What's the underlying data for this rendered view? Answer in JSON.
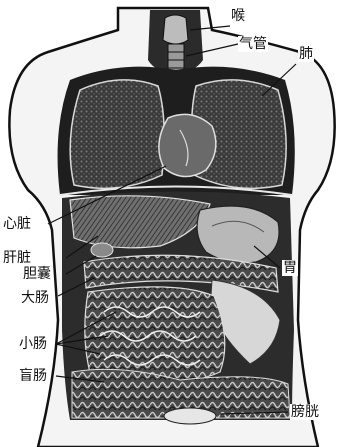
{
  "labels": {
    "larynx": "喉",
    "trachea": "气管",
    "lung": "肺",
    "heart": "心脏",
    "liver": "肝脏",
    "gallbladder": "胆囊",
    "stomach": "胃",
    "large_intestine": "大肠",
    "small_intestine": "小肠",
    "cecum": "盲肠",
    "bladder": "膀胱"
  }
}
